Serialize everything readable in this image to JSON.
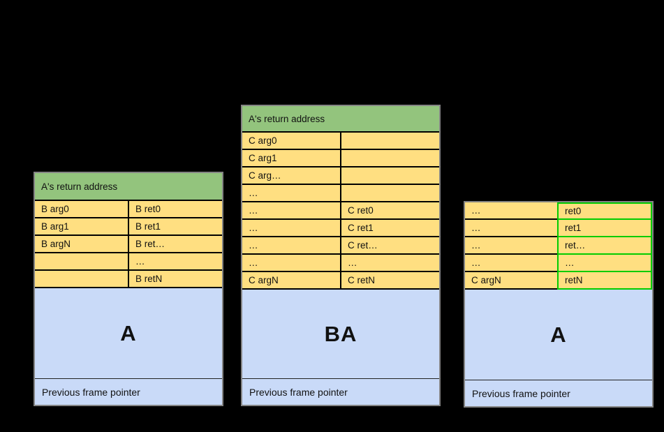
{
  "colors": {
    "background": "#000000",
    "green": "#93c47d",
    "yellow": "#ffdf81",
    "blue": "#c9daf8",
    "table_border": "#848484",
    "cell_border": "#000000",
    "highlight_green": "#00cc00",
    "text": "#111111"
  },
  "stacks": {
    "left": {
      "header": "A's return address",
      "rows": [
        {
          "c0": "B arg0",
          "c1": "B ret0"
        },
        {
          "c0": "B arg1",
          "c1": "B ret1"
        },
        {
          "c0": "B argN",
          "c1": "B ret…"
        },
        {
          "c0": "",
          "c1": "…"
        },
        {
          "c0": "",
          "c1": "B retN"
        }
      ],
      "frame_label": "A",
      "footer": "Previous frame pointer"
    },
    "middle": {
      "header": "A's return address",
      "rows": [
        {
          "c0": "C arg0",
          "c1": ""
        },
        {
          "c0": "C arg1",
          "c1": ""
        },
        {
          "c0": "C arg…",
          "c1": ""
        },
        {
          "c0": "…",
          "c1": ""
        },
        {
          "c0": "…",
          "c1": "C ret0"
        },
        {
          "c0": "…",
          "c1": "C ret1"
        },
        {
          "c0": "…",
          "c1": "C ret…"
        },
        {
          "c0": "…",
          "c1": "…"
        },
        {
          "c0": "C argN",
          "c1": "C retN"
        }
      ],
      "frame_label": "BA",
      "footer": "Previous frame pointer"
    },
    "right": {
      "rows": [
        {
          "c0": "…",
          "c1": "ret0"
        },
        {
          "c0": "…",
          "c1": "ret1"
        },
        {
          "c0": "…",
          "c1": "ret…"
        },
        {
          "c0": "…",
          "c1": "…"
        },
        {
          "c0": "C argN",
          "c1": "retN"
        }
      ],
      "frame_label": "A",
      "footer": "Previous frame pointer"
    }
  }
}
